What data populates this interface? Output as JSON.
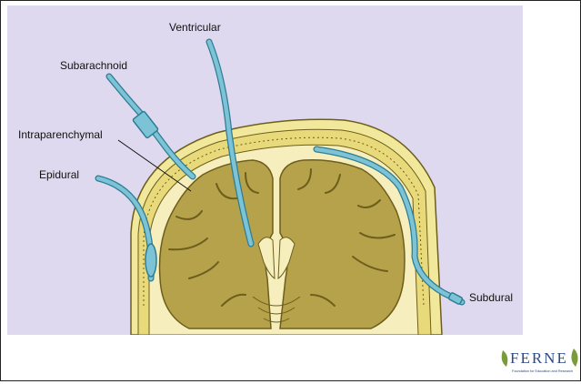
{
  "diagram": {
    "labels": {
      "ventricular": "Ventricular",
      "subarachnoid": "Subarachnoid",
      "intraparenchymal": "Intraparenchymal",
      "epidural": "Epidural",
      "subdural": "Subdural"
    }
  },
  "logo": {
    "text": "FERNE",
    "subtext": "Foundation for Education and Research"
  },
  "colors": {
    "panel_bg": "#ded9ee",
    "brain": "#b5a24a",
    "brain_dark": "#6d5e1c",
    "skull": "#f2e89c",
    "tube": "#7cc3d6",
    "tube_dark": "#2e7d95",
    "logo_blue": "#2b4a8a"
  }
}
